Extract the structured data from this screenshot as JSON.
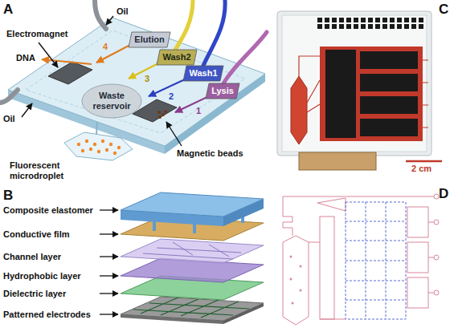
{
  "diagram": {
    "nodes": [
      {
        "text": [
          "Elution"
        ]
      },
      {
        "text": [
          "Wash2"
        ]
      },
      {
        "text": [
          "Wash1"
        ]
      },
      {
        "text": [
          "Lysis"
        ]
      },
      {
        "text": [
          "Waste reservoir"
        ]
      }
    ],
    "labels": [
      "A",
      "Oil",
      "Electromagnet",
      "DNA",
      "4",
      "3",
      "2",
      "1",
      "Magnetic beads",
      "Oil",
      "Fluorescent microdroplet",
      "B",
      "Composite elastomer",
      "Conductive film",
      "Channel layer",
      "Hydrophobic layer",
      "Dielectric layer",
      "Patterned electrodes",
      "C",
      "2 cm",
      "D"
    ]
  }
}
